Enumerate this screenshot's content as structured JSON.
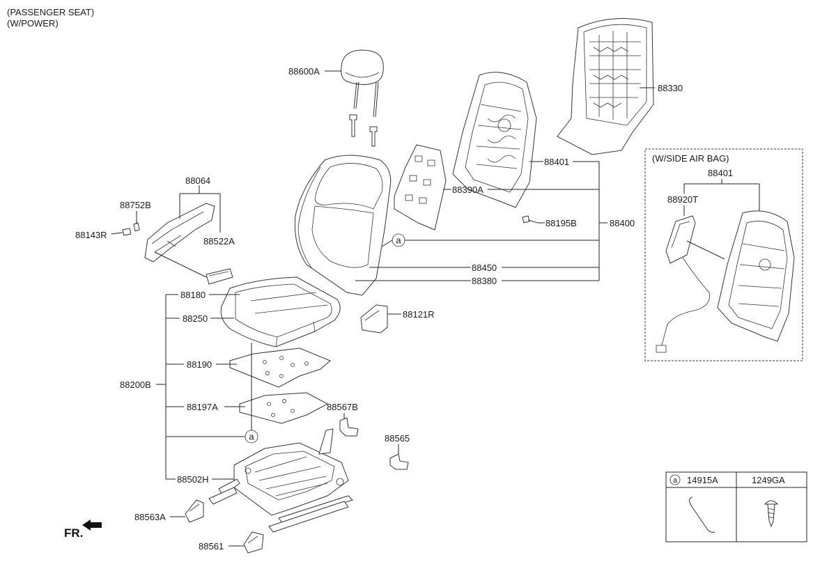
{
  "header": {
    "line1": "(PASSENGER SEAT)",
    "line2": "(W/POWER)"
  },
  "parts": {
    "p88600A": "88600A",
    "p88330": "88330",
    "p88401": "88401",
    "p88390A": "88390A",
    "p88195B": "88195B",
    "p88400": "88400",
    "p88450": "88450",
    "p88380": "88380",
    "p88064": "88064",
    "p88752B": "88752B",
    "p88143R": "88143R",
    "p88522A": "88522A",
    "p88180": "88180",
    "p88250": "88250",
    "p88121R": "88121R",
    "p88190": "88190",
    "p88200B": "88200B",
    "p88197A": "88197A",
    "p88567B": "88567B",
    "p88565": "88565",
    "p88502H": "88502H",
    "p88563A": "88563A",
    "p88561": "88561"
  },
  "callout_marker": "a",
  "side_airbag": {
    "title": "(W/SIDE AIR BAG)",
    "p88401": "88401",
    "p88920T": "88920T"
  },
  "legend": {
    "marker": "a",
    "col1": "14915A",
    "col2": "1249GA"
  },
  "direction": {
    "label": "FR."
  }
}
